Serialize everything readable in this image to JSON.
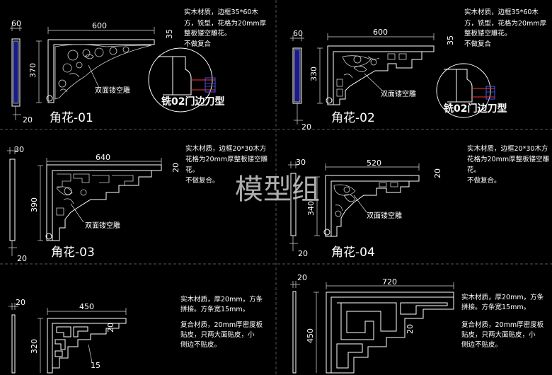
{
  "watermark": "模型组",
  "details": [
    {
      "title": "角花-01",
      "dims": {
        "width": "600",
        "height": "370",
        "frame_w": "60",
        "base_w": "20",
        "leg": "35"
      },
      "note": [
        "实木材质，边框35*60木",
        "方，铣型，花格为20mm厚",
        "整板镂空雕花。",
        "不做复合"
      ],
      "callout": "双面镂空雕",
      "mill_label": "铣02门边刀型"
    },
    {
      "title": "角花-02",
      "dims": {
        "width": "600",
        "height": "330",
        "frame_w": "60",
        "base_w": "20",
        "leg": "35"
      },
      "note": [
        "实木材质，边框35*60木",
        "方，铣型，花格为20mm厚",
        "整板镂空雕花。",
        "不做复合"
      ],
      "callout": "双面镂空雕",
      "mill_label": "铣02门边刀型"
    },
    {
      "title": "角花-03",
      "dims": {
        "width": "640",
        "height": "390",
        "frame_w": "30",
        "base_w": "20",
        "leg": "20"
      },
      "note": [
        "实木材质，边框20*30木方",
        "花格为20mm厚整板镂空雕",
        "花。",
        "不做复合。"
      ],
      "callout": "双面镂空雕"
    },
    {
      "title": "角花-04",
      "dims": {
        "width": "520",
        "height": "340",
        "frame_w": "30",
        "base_w": "20",
        "leg": "20"
      },
      "note": [
        "实木材质，边框20*30木方",
        "花格为20mm厚整板镂空雕",
        "花。",
        "不做复合。"
      ],
      "callout": "双面镂空雕"
    },
    {
      "dims": {
        "width": "450",
        "height": "320",
        "frame_w": "20",
        "strip": "15",
        "inner": "20"
      },
      "note": [
        "实木材质，厚20mm，方条",
        "拼接。方条宽15mm。",
        "",
        "复合材质，20mm厚密度板",
        "贴皮，只两大面贴皮，小",
        "侧边不贴皮。"
      ]
    },
    {
      "dims": {
        "width": "720",
        "height": "450",
        "frame_w": "20",
        "inner": "20"
      },
      "note": [
        "实木材质，厚20mm，方条",
        "拼接。方条宽15mm。",
        "",
        "复合材质，20mm厚密度板",
        "贴皮，只两大面贴皮，小",
        "侧边不贴皮。"
      ]
    }
  ]
}
